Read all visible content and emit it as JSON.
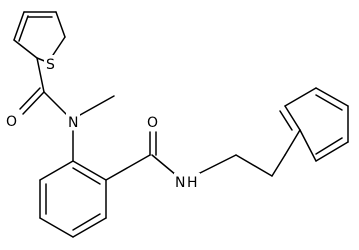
{
  "molecule": {
    "atoms": {
      "sulfur": "S",
      "amide_oxygen_1": "O",
      "methyl_nitrogen": "N",
      "amide_oxygen_2": "O",
      "amide_nitrogen": "N",
      "amide_hydrogen": "H"
    },
    "colors": {
      "bond": "#000000",
      "background": "#ffffff"
    }
  }
}
